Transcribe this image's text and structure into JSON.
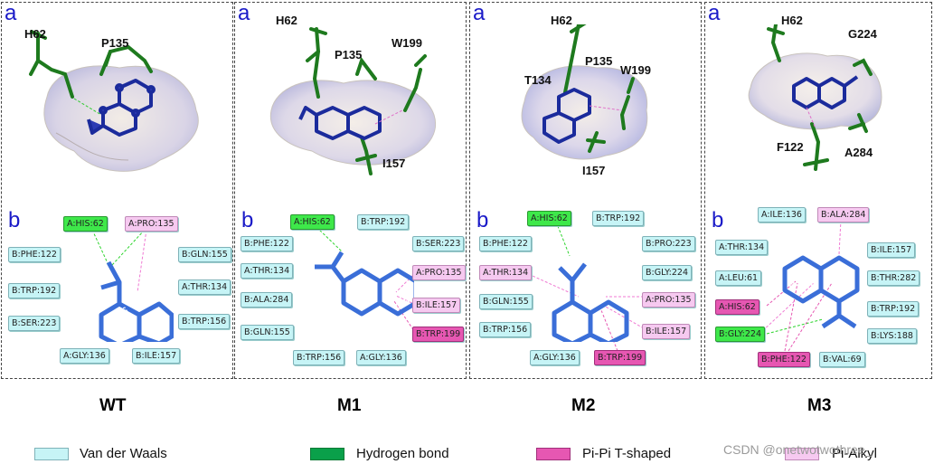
{
  "panels": [
    {
      "label_a": "a",
      "label_b": "b",
      "mutant": "WT",
      "residues_3d": [
        "H62",
        "P135"
      ],
      "nodes": [
        "A:HIS:62",
        "A:PRO:135",
        "B:PHE:122",
        "B:GLN:155",
        "B:TRP:192",
        "A:THR:134",
        "B:SER:223",
        "B:TRP:156",
        "A:GLY:136",
        "B:ILE:157"
      ]
    },
    {
      "label_a": "a",
      "label_b": "b",
      "mutant": "M1",
      "residues_3d": [
        "H62",
        "P135",
        "W199",
        "I157"
      ],
      "nodes": [
        "A:HIS:62",
        "B:TRP:192",
        "B:PHE:122",
        "B:SER:223",
        "A:THR:134",
        "A:PRO:135",
        "B:ALA:284",
        "B:ILE:157",
        "B:GLN:155",
        "B:TRP:199",
        "B:TRP:156",
        "A:GLY:136"
      ]
    },
    {
      "label_a": "a",
      "label_b": "b",
      "mutant": "M2",
      "residues_3d": [
        "H62",
        "P135",
        "W199",
        "T134",
        "I157"
      ],
      "nodes": [
        "A:HIS:62",
        "B:TRP:192",
        "B:PHE:122",
        "B:PRO:223",
        "A:THR:134",
        "B:GLY:224",
        "B:GLN:155",
        "A:PRO:135",
        "B:TRP:156",
        "B:ILE:157",
        "A:GLY:136",
        "B:TRP:199"
      ]
    },
    {
      "label_a": "a",
      "label_b": "b",
      "mutant": "M3",
      "residues_3d": [
        "H62",
        "G224",
        "F122",
        "A284"
      ],
      "nodes": [
        "A:ILE:136",
        "B:ALA:284",
        "A:THR:134",
        "B:ILE:157",
        "A:LEU:61",
        "B:THR:282",
        "A:HIS:62",
        "B:TRP:192",
        "B:GLY:224",
        "B:LYS:188",
        "B:PHE:122",
        "B:VAL:69"
      ]
    }
  ],
  "legend": [
    {
      "label": "Van der Waals",
      "color": "#c6f4f6"
    },
    {
      "label": "Hydrogen bond",
      "color": "#0aa04a"
    },
    {
      "label": "Pi-Pi T-shaped",
      "color": "#e657b2"
    },
    {
      "label": "Pi-Alkyl",
      "color": "#f6c9f0"
    }
  ],
  "watermark": "CSDN @onetwotwothree_"
}
